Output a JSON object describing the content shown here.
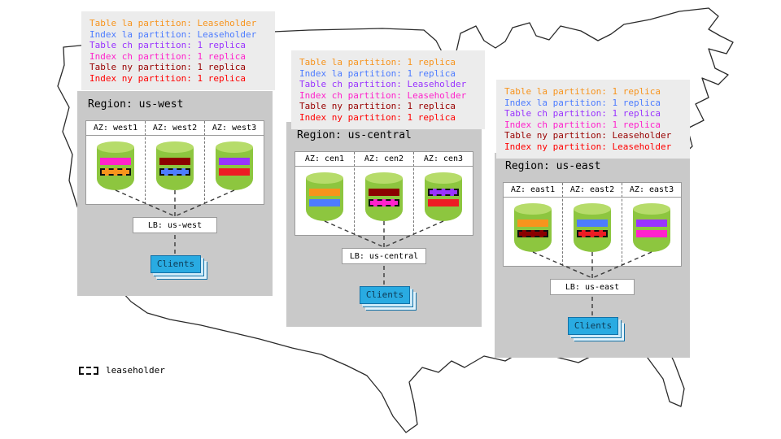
{
  "legends": [
    {
      "region": "us-west",
      "lines": [
        {
          "text": "Table la partition: Leaseholder",
          "color": "#f7941d"
        },
        {
          "text": "Index la partition: Leaseholder",
          "color": "#4d7cff"
        },
        {
          "text": "Table ch partition: 1 replica",
          "color": "#9933ff"
        },
        {
          "text": "Index ch partition: 1 replica",
          "color": "#ff22cc"
        },
        {
          "text": "Table ny partition: 1 replica",
          "color": "#990000"
        },
        {
          "text": "Index ny partition: 1 replica",
          "color": "#ff0000"
        }
      ]
    },
    {
      "region": "us-central",
      "lines": [
        {
          "text": "Table la partition: 1 replica",
          "color": "#f7941d"
        },
        {
          "text": "Index la partition: 1 replica",
          "color": "#4d7cff"
        },
        {
          "text": "Table ch partition: Leaseholder",
          "color": "#9933ff"
        },
        {
          "text": "Index ch partition: Leaseholder",
          "color": "#ff22cc"
        },
        {
          "text": "Table ny partition: 1 replica",
          "color": "#990000"
        },
        {
          "text": "Index ny partition: 1 replica",
          "color": "#ff0000"
        }
      ]
    },
    {
      "region": "us-east",
      "lines": [
        {
          "text": "Table la partition: 1 replica",
          "color": "#f7941d"
        },
        {
          "text": "Index la partition: 1 replica",
          "color": "#4d7cff"
        },
        {
          "text": "Table ch partition: 1 replica",
          "color": "#9933ff"
        },
        {
          "text": "Index ch partition: 1 replica",
          "color": "#ff22cc"
        },
        {
          "text": "Table ny partition: Leaseholder",
          "color": "#990000"
        },
        {
          "text": "Index ny partition: Leaseholder",
          "color": "#ff0000"
        }
      ]
    }
  ],
  "regions": [
    {
      "title": "Region: us-west",
      "lb": "LB: us-west",
      "clients": "Clients",
      "azs": [
        {
          "label": "AZ: west1",
          "bars": [
            {
              "partition": "Index ch",
              "color": "#ff22cc",
              "leaseholder": false
            },
            {
              "partition": "Table la",
              "color": "#f7941d",
              "leaseholder": true
            }
          ]
        },
        {
          "label": "AZ: west2",
          "bars": [
            {
              "partition": "Table ny",
              "color": "#8b0000",
              "leaseholder": false
            },
            {
              "partition": "Index la",
              "color": "#4d7cff",
              "leaseholder": true
            }
          ]
        },
        {
          "label": "AZ: west3",
          "bars": [
            {
              "partition": "Table ch",
              "color": "#9933ff",
              "leaseholder": false
            },
            {
              "partition": "Index ny",
              "color": "#ed1c24",
              "leaseholder": false
            }
          ]
        }
      ]
    },
    {
      "title": "Region: us-central",
      "lb": "LB: us-central",
      "clients": "Clients",
      "azs": [
        {
          "label": "AZ: cen1",
          "bars": [
            {
              "partition": "Table la",
              "color": "#f7941d",
              "leaseholder": false
            },
            {
              "partition": "Index la",
              "color": "#4d7cff",
              "leaseholder": false
            }
          ]
        },
        {
          "label": "AZ: cen2",
          "bars": [
            {
              "partition": "Table ny",
              "color": "#8b0000",
              "leaseholder": false
            },
            {
              "partition": "Index ch",
              "color": "#ff22cc",
              "leaseholder": true
            }
          ]
        },
        {
          "label": "AZ: cen3",
          "bars": [
            {
              "partition": "Table ch",
              "color": "#9933ff",
              "leaseholder": true
            },
            {
              "partition": "Index ny",
              "color": "#ed1c24",
              "leaseholder": false
            }
          ]
        }
      ]
    },
    {
      "title": "Region: us-east",
      "lb": "LB: us-east",
      "clients": "Clients",
      "azs": [
        {
          "label": "AZ: east1",
          "bars": [
            {
              "partition": "Table la",
              "color": "#f7941d",
              "leaseholder": false
            },
            {
              "partition": "Table ny",
              "color": "#8b0000",
              "leaseholder": true
            }
          ]
        },
        {
          "label": "AZ: east2",
          "bars": [
            {
              "partition": "Index la",
              "color": "#4d7cff",
              "leaseholder": false
            },
            {
              "partition": "Index ny",
              "color": "#ed1c24",
              "leaseholder": true
            }
          ]
        },
        {
          "label": "AZ: east3",
          "bars": [
            {
              "partition": "Table ch",
              "color": "#9933ff",
              "leaseholder": false
            },
            {
              "partition": "Index ch",
              "color": "#ff22cc",
              "leaseholder": false
            }
          ]
        }
      ]
    }
  ],
  "leaseholder_legend": {
    "label": "leaseholder"
  }
}
